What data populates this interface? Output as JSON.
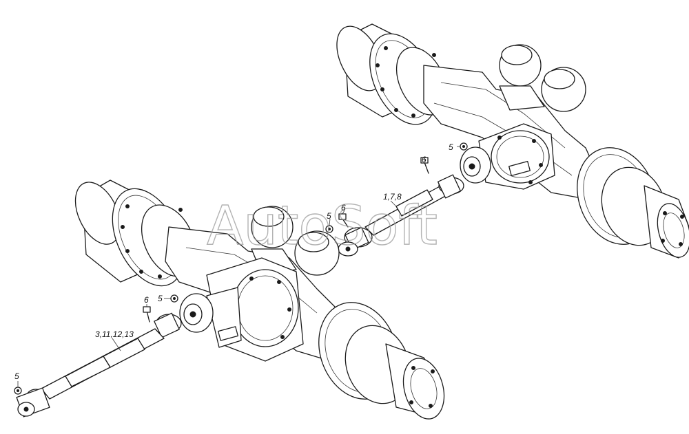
{
  "header_code": "",
  "watermark": "AutoSoft",
  "callouts": {
    "c_rear_5": "5",
    "c_rear_6": "6",
    "c_mid_178": "1,7,8",
    "c_mid_6": "6",
    "c_mid_5": "5",
    "c_front_6": "6",
    "c_front_5": "5",
    "c_front_shaft": "3,11,12,13",
    "c_end_5": "5"
  },
  "colors": {
    "line": "#1a1a1a",
    "watermark": "#9a9a9a",
    "background": "#ffffff"
  }
}
